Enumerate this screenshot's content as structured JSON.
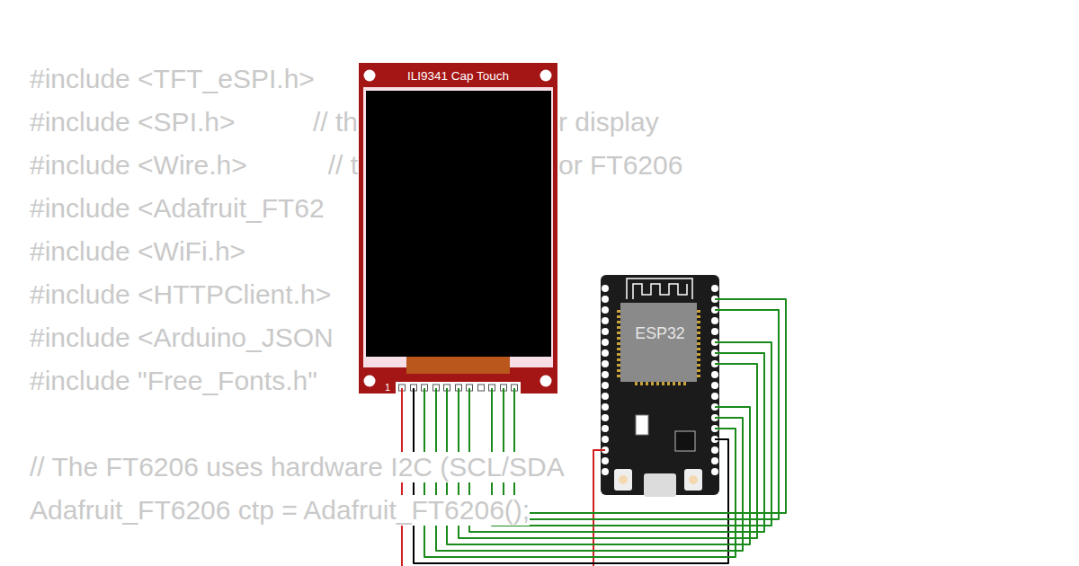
{
  "diagram": {
    "nodes": [
      {
        "text": [
          "ILI9341 Cap Touch"
        ]
      },
      {
        "text": [
          "ESP32"
        ]
      }
    ],
    "edges": [
      {
        "from": 0,
        "to": 1,
        "arrow": "none"
      },
      {
        "from": 0,
        "to": 1,
        "arrow": "none"
      },
      {
        "from": 0,
        "to": 1,
        "arrow": "none"
      },
      {
        "from": 0,
        "to": 1,
        "arrow": "none"
      },
      {
        "from": 0,
        "to": 1,
        "arrow": "none"
      },
      {
        "from": 0,
        "to": 1,
        "arrow": "none"
      },
      {
        "from": 0,
        "to": 1,
        "arrow": "none"
      },
      {
        "from": 0,
        "to": 1,
        "arrow": "none"
      },
      {
        "from": 0,
        "to": 1,
        "arrow": "none"
      },
      {
        "from": 0,
        "to": 1,
        "arrow": "none"
      }
    ],
    "labels": [
      "#include <TFT_eSPI.h>",
      "#include <SPI.h>",
      "// th",
      "r display",
      "#include <Wire.h>",
      "// t",
      "or FT6206",
      "#include <Adafruit_FT62",
      "#include <WiFi.h>",
      "#include <HTTPClient.h>",
      "#include <Arduino_JSON",
      "#include \"Free_Fonts.h\"",
      "// The FT6206 uses hardware I2C (SCL/SDA",
      "Adafruit_FT6206 ctp = Adafruit_FT6206();",
      "1"
    ]
  }
}
